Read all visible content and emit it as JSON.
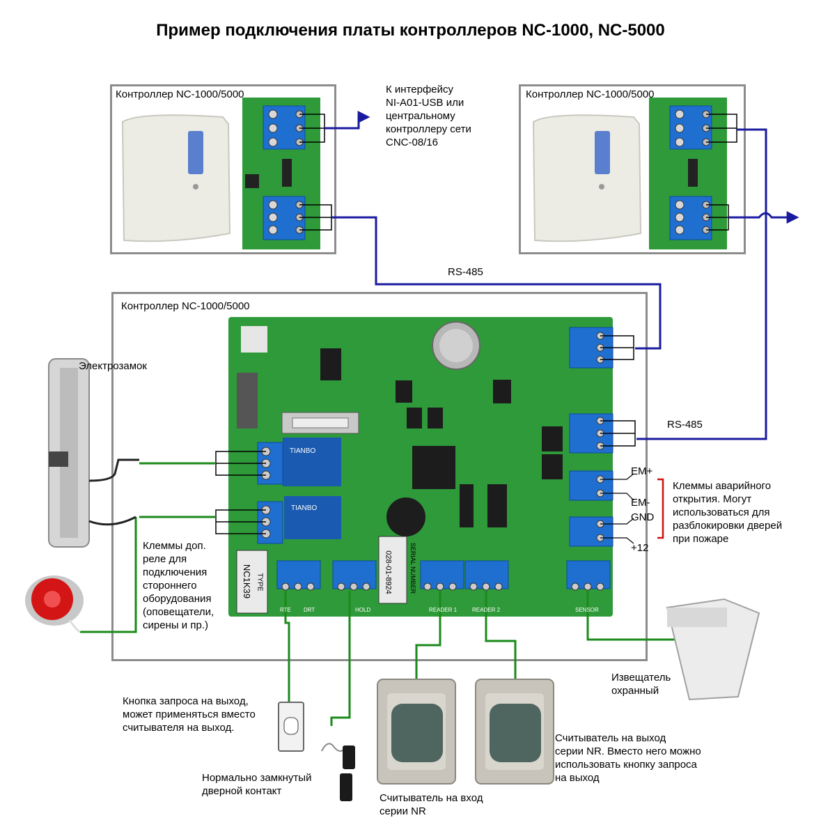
{
  "title": "Пример подключения платы контроллеров NC-1000, NC-5000",
  "controllers": {
    "top_left_label": "Контроллер NC-1000/5000",
    "top_right_label": "Контроллер NC-1000/5000",
    "main_label": "Контроллер NC-1000/5000"
  },
  "labels": {
    "interface": "К интерфейсу\nNI-A01-USB или\nцентральному\nконтроллеру сети\nCNC-08/16",
    "rs485_top": "RS-485",
    "rs485_right": "RS-485",
    "lock": "Электрозамок",
    "aux_relay": "Клеммы доп.\n реле для\nподключения\nстороннего\nоборудования\n(оповещатели,\nсирены и пр.)",
    "emergency": "Клеммы аварийного\nоткрытия. Могут\nиспользоваться для\nразблокировки дверей\nпри пожаре",
    "em_plus": "EM+",
    "em_minus": "EM-",
    "gnd": "GND",
    "plus12": "+12",
    "exit_button": "Кнопка запроса на выход,\nможет применяться вместо\nсчитывателя на выход.",
    "door_contact": "Нормально замкнутый\nдверной контакт",
    "reader_in": "Считыватель на вход\nсерии NR",
    "reader_out": "Считыватель на выход\nсерии NR. Вместо него можно\nиспользовать кнопку запроса\nна выход",
    "sensor": "Извещатель\nохранный"
  },
  "board": {
    "model": "NC1K39",
    "type_label": "TYPE",
    "serial_label": "SERIAL NUMBER",
    "serial": "028-01-8924",
    "relay1_brand": "TIANBO",
    "relay2_brand": "TIANBO",
    "terminal_groups": [
      "RTE",
      "DRT",
      "HOLD",
      "READER 1",
      "READER 2",
      "SENSOR"
    ]
  },
  "colors": {
    "bus_wire": "#1a1aa0",
    "device_wire": "#1a8a1a",
    "emergency_wire": "#d01010",
    "pcb": "#2f9a3a",
    "terminal": "#1f6fd0",
    "frame": "#8c8c8c"
  }
}
